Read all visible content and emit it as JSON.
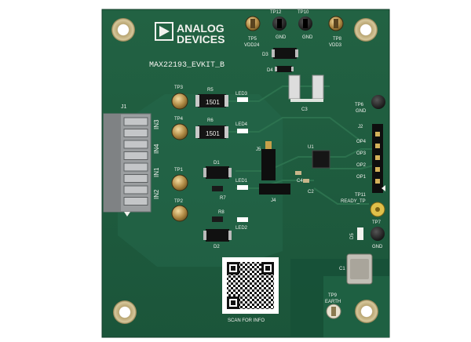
{
  "board": {
    "brand_line1": "ANALOG",
    "brand_line2": "DEVICES",
    "part_number": "MAX22193_EVKIT_B",
    "qr_caption": "SCAN FOR INFO",
    "colors": {
      "pcb": "#1f5a3c",
      "pcb_dark": "#174a30",
      "copper_tint": "#2a6c48",
      "silk": "#f2f2ee",
      "connector": "#9a9d9f",
      "testpoint_ring": "#c9a664",
      "testpoint_yellow": "#e0c04a"
    }
  },
  "connector_j1": {
    "ref": "J1",
    "inputs": [
      "IN1",
      "IN2",
      "IN3",
      "IN4"
    ]
  },
  "connector_j2": {
    "ref": "J2",
    "pins": [
      "OP4",
      "OP3",
      "OP2",
      "OP1"
    ]
  },
  "test_points": {
    "tp12": {
      "ref": "TP12",
      "label": "GND"
    },
    "tp10": {
      "ref": "TP10",
      "label": "GND"
    },
    "tp5": {
      "ref": "TP5",
      "label": "VDD24"
    },
    "tp8": {
      "ref": "TP8",
      "label": "VDD3"
    },
    "tp3": {
      "ref": "TP3"
    },
    "tp4": {
      "ref": "TP4"
    },
    "tp1": {
      "ref": "TP1"
    },
    "tp2": {
      "ref": "TP2"
    },
    "tp6": {
      "ref": "TP6",
      "label": "GND"
    },
    "tp11": {
      "ref": "TP11",
      "label": "READY_TP"
    },
    "tp7": {
      "ref": "TP7",
      "label": "GND"
    },
    "tp9": {
      "ref": "TP9",
      "label": "EARTH"
    }
  },
  "resistors": {
    "r5": {
      "ref": "R5",
      "marking": "1501"
    },
    "r6": {
      "ref": "R6",
      "marking": "1501"
    },
    "r7": {
      "ref": "R7"
    },
    "r8": {
      "ref": "R8"
    }
  },
  "leds": {
    "led1": "LED1",
    "led2": "LED2",
    "led3": "LED3",
    "led4": "LED4"
  },
  "diodes": {
    "d1": "D1",
    "d2": "D2",
    "d3": "D3",
    "d4": "D4",
    "d5": "D5"
  },
  "caps": {
    "c1": "C1",
    "c2": "C2",
    "c3": "C3",
    "c4": "C4"
  },
  "jumpers": {
    "j4": "J4",
    "j5": "J5"
  },
  "ic": {
    "ref": "U1"
  }
}
